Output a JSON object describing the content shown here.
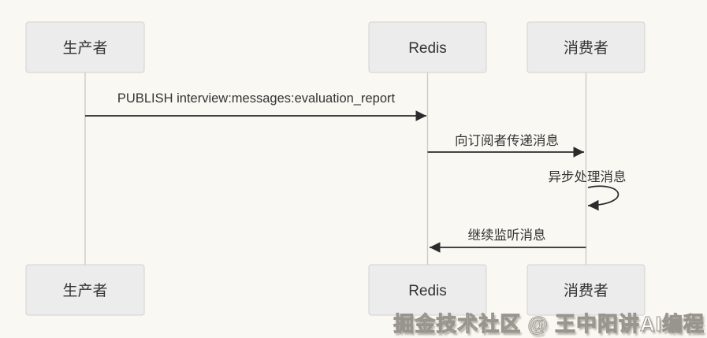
{
  "diagram": {
    "type": "sequence",
    "actors": [
      {
        "id": "producer",
        "label": "生产者"
      },
      {
        "id": "redis",
        "label": "Redis"
      },
      {
        "id": "consumer",
        "label": "消费者"
      }
    ],
    "messages": [
      {
        "from": "producer",
        "to": "redis",
        "style": "solid-arrow",
        "label": "PUBLISH interview:messages:evaluation_report"
      },
      {
        "from": "redis",
        "to": "consumer",
        "style": "solid-arrow",
        "label": "向订阅者传递消息"
      },
      {
        "from": "consumer",
        "to": "consumer",
        "style": "self-loop",
        "label": "异步处理消息"
      },
      {
        "from": "consumer",
        "to": "redis",
        "style": "solid-arrow",
        "label": "继续监听消息"
      }
    ]
  },
  "watermark": {
    "text": "掘金技术社区 @ 王中阳讲AI编程"
  },
  "colors": {
    "background": "#faf8f2",
    "actor_fill": "#ececec",
    "actor_border": "#d2d2d0",
    "lifeline": "#c8c8c5",
    "message_line": "#2b2b2b",
    "text": "#333333",
    "watermark_fill": "#fbfaf6",
    "watermark_outline": "#98948e"
  }
}
